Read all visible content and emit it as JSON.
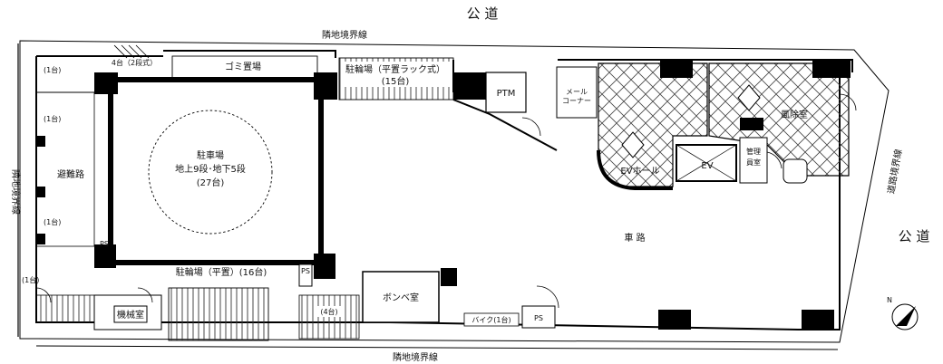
{
  "labels": {
    "public_road_top": "公 道",
    "public_road_right": "公 道",
    "boundary_top": "隣地境界線",
    "boundary_bottom": "隣地境界線",
    "boundary_left": "隣地境界線",
    "boundary_road": "道路境界線",
    "bike_4": "4台（2段式）",
    "garbage": "ゴミ置場",
    "bicycle_rack": "駐輪場（平置ラック式）",
    "bicycle_rack_count": "(15台)",
    "ptm": "PTM",
    "mail_corner_1": "メール",
    "mail_corner_2": "コーナー",
    "windbreak_room": "風除室",
    "parking_1": "駐車場",
    "parking_2": "地上9段･地下5段",
    "parking_3": "(27台)",
    "evacuation": "避難路",
    "left_count_1": "(1台)",
    "left_count_2": "(1台)",
    "left_count_3": "(1台)",
    "left_count_4": "(1台)",
    "ev_hall": "EVホール",
    "ev": "EV",
    "manager_1": "管理",
    "manager_2": "員室",
    "driveway": "車 路",
    "bicycle_flat": "駐輪場（平置）(16台)",
    "ps": "PS",
    "ps_small": "PS",
    "bike_count_4": "(4台)",
    "machine_room": "機械室",
    "cylinder_room": "ボンベ室",
    "bike_1": "バイク(1台)",
    "ps_bottom": "PS",
    "north": "N"
  }
}
